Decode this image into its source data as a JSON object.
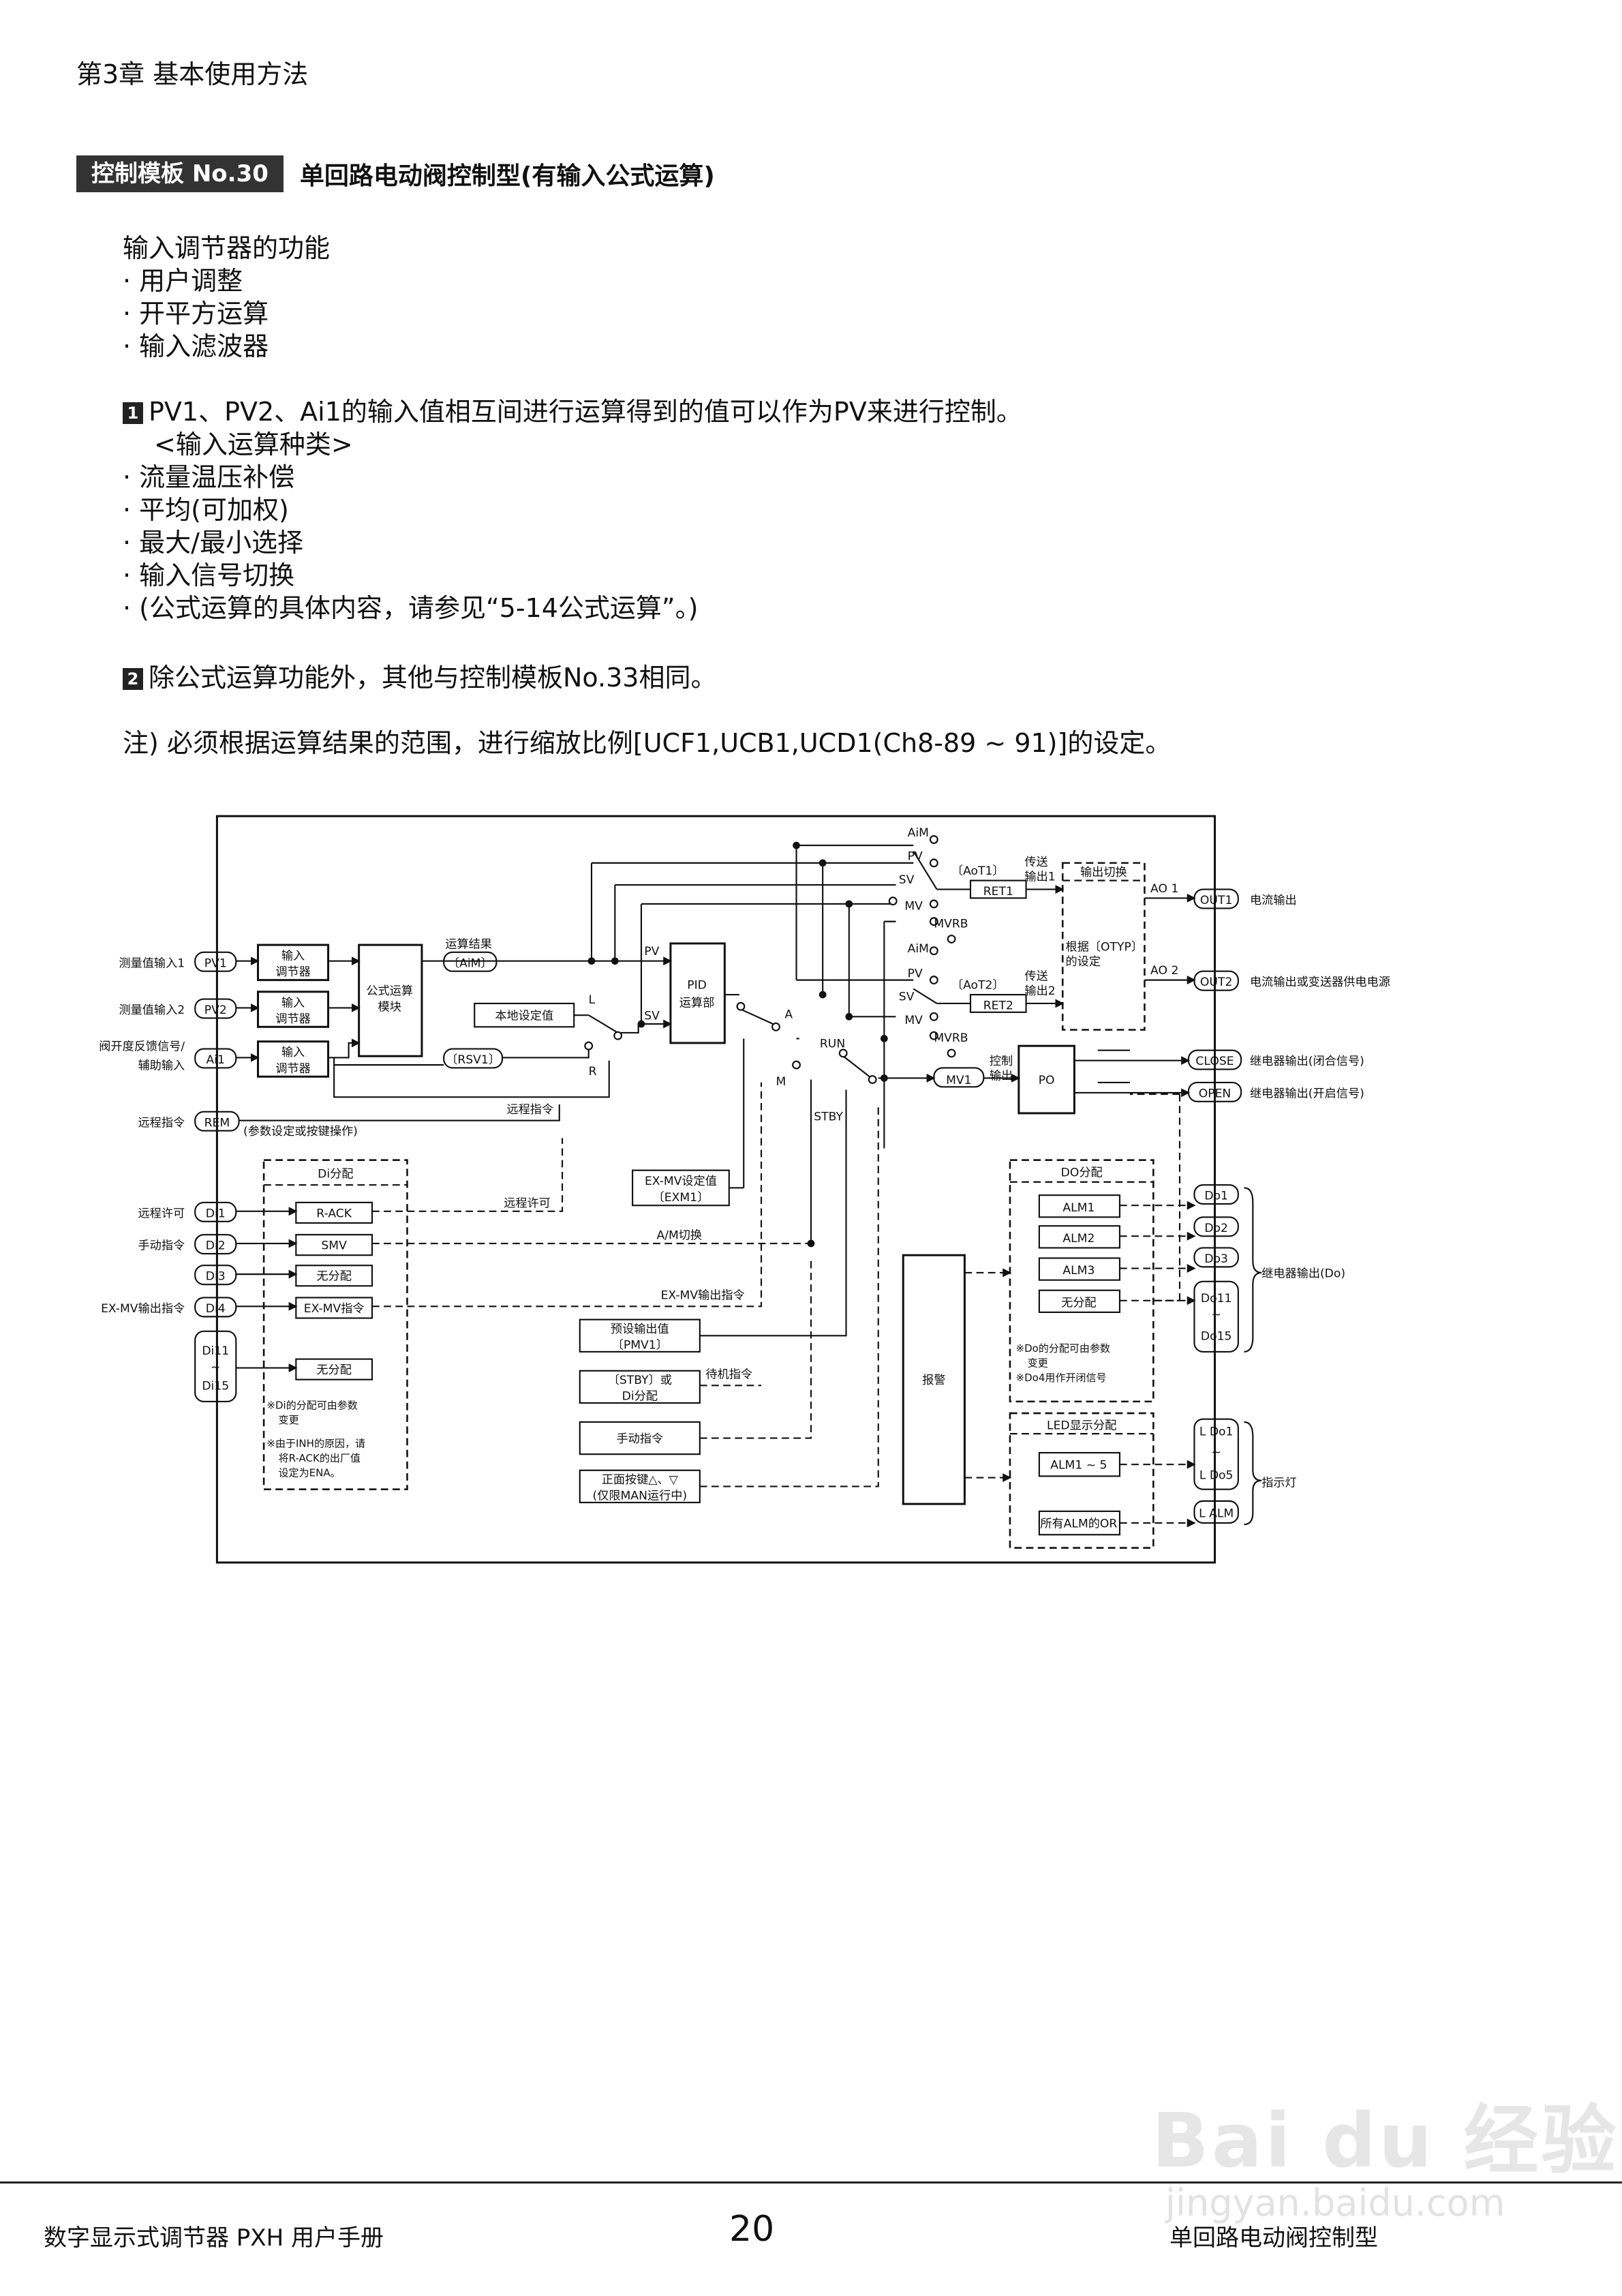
{
  "header": {
    "chapter": "第3章  基本使用方法"
  },
  "template": {
    "badge": "控制模板 No.30",
    "title": "单回路电动阀控制型(有输入公式运算)"
  },
  "intro": {
    "heading": "输入调节器的功能",
    "items": [
      "·  用户调整",
      "·  开平方运算",
      "·  输入滤波器"
    ]
  },
  "point1": {
    "num": "1",
    "text": "PV1、PV2、Ai1的输入值相互间进行运算得到的值可以作为PV来进行控制。",
    "sub": "<输入运算种类>",
    "items": [
      "·  流量温压补偿",
      "·  平均(可加权)",
      "·  最大/最小选择",
      "·  输入信号切换",
      "·  (公式运算的具体内容，请参见“5-14公式运算”。)"
    ]
  },
  "point2": {
    "num": "2",
    "text": "除公式运算功能外，其他与控制模板No.33相同。"
  },
  "note": {
    "text": "注)   必须根据运算结果的范围，进行缩放比例[UCF1,UCB1,UCD1(Ch8-89 ~ 91)]的设定。"
  },
  "diagram": {
    "in_pv1_label": "测量值输入1",
    "in_pv1": "PV1",
    "in_pv2_label": "测量值输入2",
    "in_pv2": "PV2",
    "in_ai1_label1": "阀开度反馈信号/",
    "in_ai1_label2": "辅助输入",
    "in_ai1": "Ai1",
    "in_rem_label": "远程指令",
    "in_rem": "REM",
    "rem_note": "(参数设定或按键操作)",
    "reg1": "输入",
    "reg2": "调节器",
    "calc1": "公式运算",
    "calc2": "模块",
    "calc_result": "运算结果",
    "aim": "〔AiM〕",
    "rsv1": "〔RSV1〕",
    "local_sv": "本地设定值",
    "sw_l": "L",
    "sw_r": "R",
    "pv": "PV",
    "sv": "SV",
    "pid1": "PID",
    "pid2": "运算部",
    "sw_a": "A",
    "sw_m": "M",
    "sw_run": "RUN",
    "sw_stby": "STBY",
    "remote_cmd": "远程指令",
    "aim_top": "AiM",
    "pv_top": "PV",
    "sv_top": "SV",
    "mv_top": "MV",
    "mvrb_top": "MVRB",
    "aot1": "〔AoT1〕",
    "ret1": "RET1",
    "send1a": "传送",
    "send1b": "输出1",
    "aot2": "〔AoT2〕",
    "ret2": "RET2",
    "send2a": "传送",
    "send2b": "输出2",
    "out_switch": "输出切换",
    "otyp1": "根据〔OTYP〕",
    "otyp2": "的设定",
    "ao1": "AO 1",
    "ao2": "AO 2",
    "out1": "OUT1",
    "out1_label": "电流输出",
    "out2": "OUT2",
    "out2_label": "电流输出或变送器供电电源",
    "mv1": "MV1",
    "ctrl_out1": "控制",
    "ctrl_out2": "输出",
    "po": "PO",
    "close": "CLOSE",
    "close_label": "继电器输出(闭合信号)",
    "open": "OPEN",
    "open_label": "继电器输出(开启信号)",
    "exmv1": "EX-MV设定值",
    "exmv2": "〔EXM1〕",
    "di_title": "Di分配",
    "di1_label": "远程许可",
    "di1": "Di1",
    "di1_fn": "R-ACK",
    "di1_line": "远程许可",
    "di2_label": "手动指令",
    "di2": "Di2",
    "di2_fn": "SMV",
    "di2_line": "A/M切换",
    "di3": "Di3",
    "di3_fn": "无分配",
    "di4_label": "EX-MV输出指令",
    "di4": "Di4",
    "di4_fn": "EX-MV指令",
    "di4_line": "EX-MV输出指令",
    "di11a": "Di11",
    "di11b": "~",
    "di11c": "Di15",
    "di11_fn": "无分配",
    "di_note1a": "※Di的分配可由参数",
    "di_note1b": "变更",
    "di_note2a": "※由于INH的原因，请",
    "di_note2b": "将R-ACK的出厂值",
    "di_note2c": "设定为ENA。",
    "pmv1a": "预设输出值",
    "pmv1b": "〔PMV1〕",
    "stby1": "〔STBY〕或",
    "stby2": "Di分配",
    "stby_line": "待机指令",
    "manual": "手动指令",
    "front1": "正面按键△、▽",
    "front2": "(仅限MAN运行中)",
    "alarm": "报警",
    "do_title": "DO分配",
    "alm1": "ALM1",
    "do1": "Do1",
    "alm2": "ALM2",
    "do2": "Do2",
    "alm3": "ALM3",
    "do3": "Do3",
    "do4_fn": "无分配",
    "do11a": "Do11",
    "do11b": "~",
    "do11c": "Do15",
    "relay_do": "继电器输出(Do)",
    "do_note1a": "※Do的分配可由参数",
    "do_note1b": "变更",
    "do_note2": "※Do4用作开闭信号",
    "led_title": "LED显示分配",
    "alm15": "ALM1 ~ 5",
    "ldo1": "L Do1",
    "ldo_t": "~",
    "ldo5": "L Do5",
    "all_alm": "所有ALM的OR",
    "lalm": "L  ALM",
    "indicator": "指示灯"
  },
  "footer": {
    "left": "数字显示式调节器 PXH 用户手册",
    "page": "20",
    "right": "单回路电动阀控制型"
  },
  "watermark": {
    "brand": "Bai du 经验",
    "url": "jingyan.baidu.com"
  }
}
